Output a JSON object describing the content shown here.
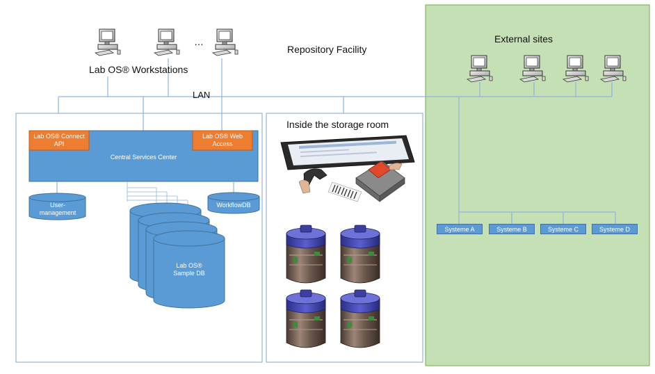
{
  "titles": {
    "workstations": "Lab OS® Workstations",
    "ellipsis": "…",
    "repository": "Repository Facility",
    "external": "External sites",
    "lan": "LAN",
    "storage_room": "Inside the storage room"
  },
  "central": {
    "label": "Central Services Center",
    "connect_api": "Lab OS® Connect API",
    "web_access": "Lab OS® Web Access"
  },
  "databases": {
    "user_management": "User-management",
    "workflow": "WorkflowDB",
    "sample_db": "Lab OS® Sample DB"
  },
  "systems": [
    "Systeme A",
    "Systeme B",
    "Systeme C",
    "Systeme D"
  ],
  "colors": {
    "blue": "#5b9bd5",
    "blue_border": "#41719c",
    "orange": "#ed7d31",
    "green_panel": "#c5e0b4",
    "frame": "#7fa7cf",
    "lan_line": "#8db3e2"
  }
}
